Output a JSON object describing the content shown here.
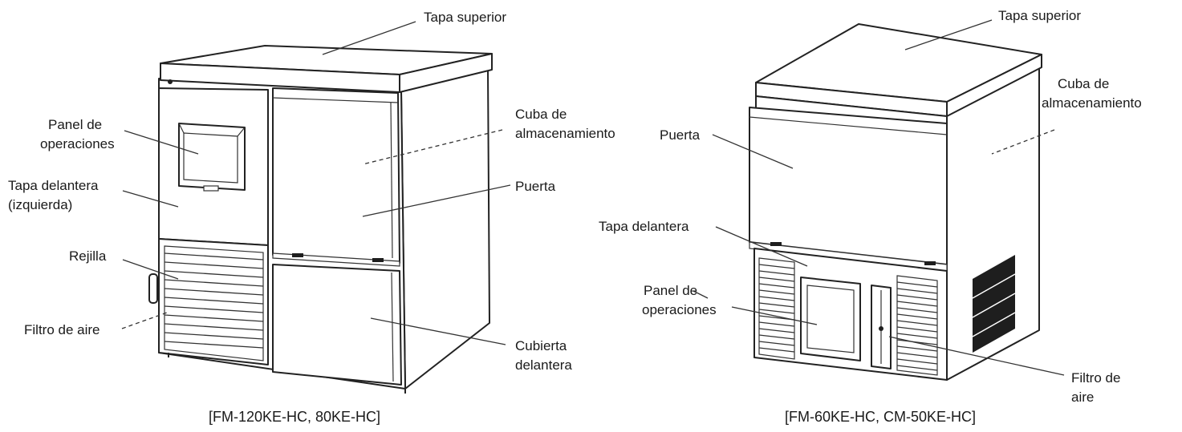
{
  "left_machine": {
    "caption": "[FM-120KE-HC, 80KE-HC]",
    "labels": {
      "top_cover": "Tapa superior",
      "control_panel_1": "Panel de",
      "control_panel_2": "operaciones",
      "front_cover_left_1": "Tapa delantera",
      "front_cover_left_2": "(izquierda)",
      "grille": "Rejilla",
      "air_filter": "Filtro de aire",
      "storage_bin_1": "Cuba de",
      "storage_bin_2": "almacenamiento",
      "door": "Puerta",
      "front_panel_1": "Cubierta",
      "front_panel_2": "delantera"
    }
  },
  "right_machine": {
    "caption": "[FM-60KE-HC, CM-50KE-HC]",
    "labels": {
      "top_cover": "Tapa superior",
      "storage_bin_1": "Cuba de",
      "storage_bin_2": "almacenamiento",
      "door": "Puerta",
      "front_cover": "Tapa delantera",
      "control_panel_1": "Panel de",
      "control_panel_2": "operaciones",
      "air_filter_1": "Filtro de",
      "air_filter_2": "aire"
    }
  }
}
